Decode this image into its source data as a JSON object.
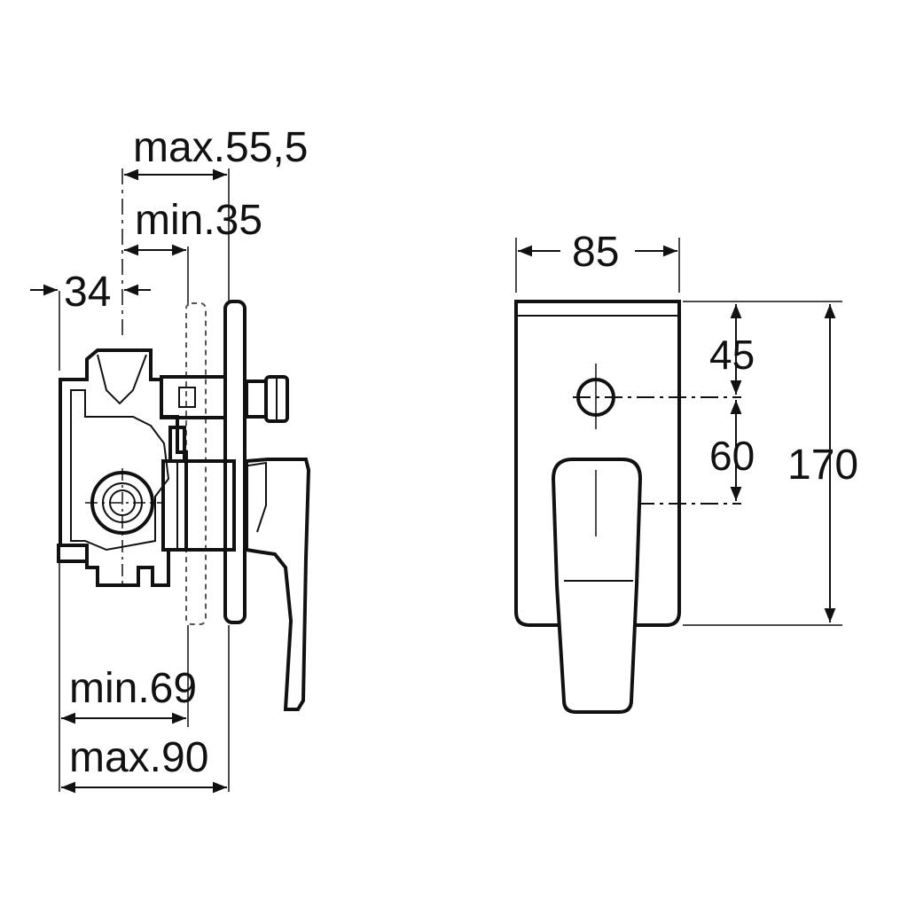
{
  "side_view": {
    "labels": {
      "max_55_5": "max.55,5",
      "min_35": "min.35",
      "dim_34": "34",
      "min_69": "min.69",
      "max_90": "max.90"
    }
  },
  "front_view": {
    "labels": {
      "width_85": "85",
      "dim_45": "45",
      "dim_60": "60",
      "height_170": "170"
    }
  },
  "colors": {
    "line": "#111111",
    "background": "#ffffff"
  }
}
